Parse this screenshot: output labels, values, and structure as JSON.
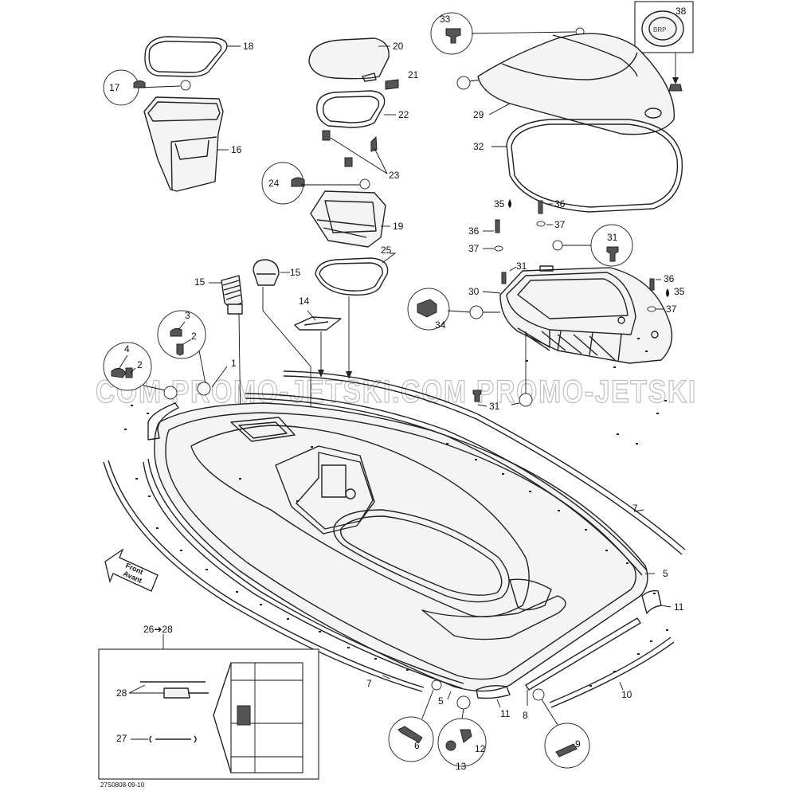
{
  "diagram": {
    "ref_code": "27S0808-09-10",
    "watermark": "COM PROMO-JETSKI.COM PROMO-JETSKI",
    "front_arrow": {
      "line1": "Front",
      "line2": "Avant"
    },
    "kit_label": "26➔28",
    "labels": [
      {
        "id": "l18",
        "text": "18"
      },
      {
        "id": "l17",
        "text": "17"
      },
      {
        "id": "l16",
        "text": "16"
      },
      {
        "id": "l20",
        "text": "20"
      },
      {
        "id": "l21",
        "text": "21"
      },
      {
        "id": "l22",
        "text": "22"
      },
      {
        "id": "l23",
        "text": "23"
      },
      {
        "id": "l24",
        "text": "24"
      },
      {
        "id": "l19",
        "text": "19"
      },
      {
        "id": "l25",
        "text": "25"
      },
      {
        "id": "l15a",
        "text": "15"
      },
      {
        "id": "l15b",
        "text": "15"
      },
      {
        "id": "l14",
        "text": "14"
      },
      {
        "id": "l3",
        "text": "3"
      },
      {
        "id": "l2a",
        "text": "2"
      },
      {
        "id": "l4",
        "text": "4"
      },
      {
        "id": "l2b",
        "text": "2"
      },
      {
        "id": "l1",
        "text": "1"
      },
      {
        "id": "l33",
        "text": "33"
      },
      {
        "id": "l38",
        "text": "38"
      },
      {
        "id": "l29",
        "text": "29"
      },
      {
        "id": "l32",
        "text": "32"
      },
      {
        "id": "l35a",
        "text": "35"
      },
      {
        "id": "l36a",
        "text": "36"
      },
      {
        "id": "l36b",
        "text": "36"
      },
      {
        "id": "l37a",
        "text": "37"
      },
      {
        "id": "l37b",
        "text": "37"
      },
      {
        "id": "l31a",
        "text": "31"
      },
      {
        "id": "l31b",
        "text": "31"
      },
      {
        "id": "l30",
        "text": "30"
      },
      {
        "id": "l36c",
        "text": "36"
      },
      {
        "id": "l35b",
        "text": "35"
      },
      {
        "id": "l37c",
        "text": "37"
      },
      {
        "id": "l34",
        "text": "34"
      },
      {
        "id": "l31c",
        "text": "31"
      },
      {
        "id": "l7a",
        "text": "7"
      },
      {
        "id": "l5a",
        "text": "5"
      },
      {
        "id": "l11a",
        "text": "11"
      },
      {
        "id": "l10",
        "text": "10"
      },
      {
        "id": "l7b",
        "text": "7"
      },
      {
        "id": "l5b",
        "text": "5"
      },
      {
        "id": "l11b",
        "text": "11"
      },
      {
        "id": "l8",
        "text": "8"
      },
      {
        "id": "l6",
        "text": "6"
      },
      {
        "id": "l12",
        "text": "12"
      },
      {
        "id": "l13",
        "text": "13"
      },
      {
        "id": "l9",
        "text": "9"
      },
      {
        "id": "l28",
        "text": "28"
      },
      {
        "id": "l27",
        "text": "27"
      }
    ]
  }
}
